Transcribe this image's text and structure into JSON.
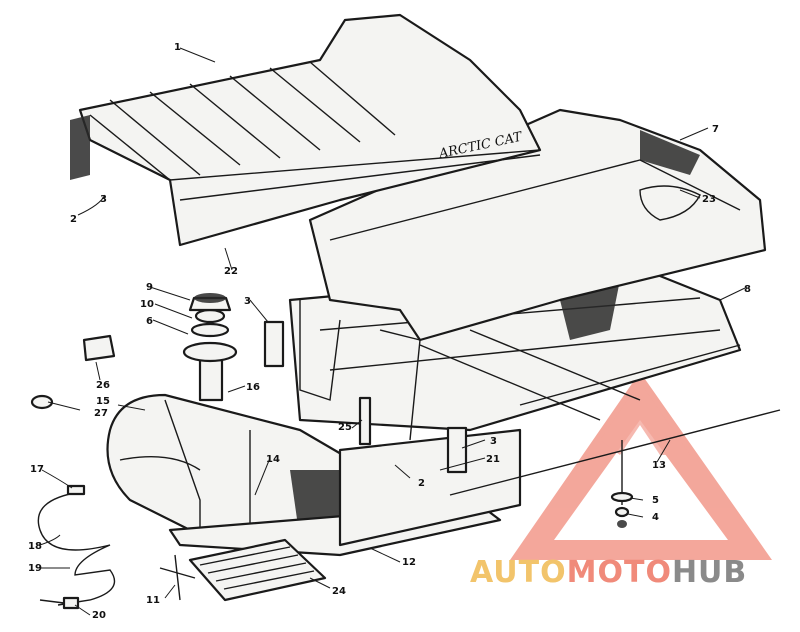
{
  "diagram": {
    "seat_brand_text": "ARCTIC CAT",
    "callouts": [
      {
        "id": "c1",
        "text": "1"
      },
      {
        "id": "c2a",
        "text": "2"
      },
      {
        "id": "c2b",
        "text": "2"
      },
      {
        "id": "c3a",
        "text": "3"
      },
      {
        "id": "c3b",
        "text": "3"
      },
      {
        "id": "c3c",
        "text": "3"
      },
      {
        "id": "c4",
        "text": "4"
      },
      {
        "id": "c5",
        "text": "5"
      },
      {
        "id": "c6",
        "text": "6"
      },
      {
        "id": "c7",
        "text": "7"
      },
      {
        "id": "c8",
        "text": "8"
      },
      {
        "id": "c9",
        "text": "9"
      },
      {
        "id": "c10",
        "text": "10"
      },
      {
        "id": "c11",
        "text": "11"
      },
      {
        "id": "c12",
        "text": "12"
      },
      {
        "id": "c13",
        "text": "13"
      },
      {
        "id": "c14",
        "text": "14"
      },
      {
        "id": "c15",
        "text": "15"
      },
      {
        "id": "c16",
        "text": "16"
      },
      {
        "id": "c17",
        "text": "17"
      },
      {
        "id": "c18",
        "text": "18"
      },
      {
        "id": "c19",
        "text": "19"
      },
      {
        "id": "c20",
        "text": "20"
      },
      {
        "id": "c21",
        "text": "21"
      },
      {
        "id": "c22",
        "text": "22"
      },
      {
        "id": "c23",
        "text": "23"
      },
      {
        "id": "c24",
        "text": "24"
      },
      {
        "id": "c25",
        "text": "25"
      },
      {
        "id": "c26",
        "text": "26"
      },
      {
        "id": "c27",
        "text": "27"
      }
    ]
  },
  "watermark": {
    "part_auto": "AUTO",
    "part_moto": "MOTO",
    "part_hub": "HUB",
    "color_auto": "#f2c46b",
    "color_moto": "#f08a7a",
    "color_hub": "#8a8a8a",
    "triangle_color": "#f08a7a"
  }
}
